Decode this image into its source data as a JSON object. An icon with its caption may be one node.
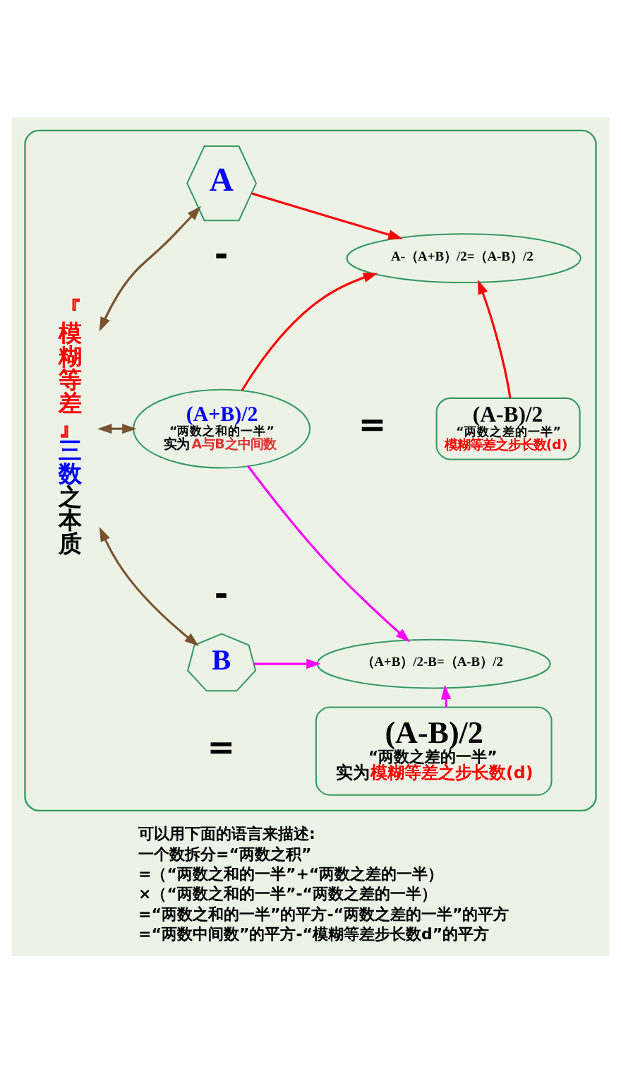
{
  "diagram": {
    "nodes": [
      {
        "text": [],
        "shape": "box"
      },
      {
        "text": [
          "『模糊等差』",
          "三数",
          "之本质"
        ],
        "in": 0
      },
      {
        "text": [
          "A"
        ],
        "in": 0
      },
      {
        "text": [
          "(A+B)/2",
          "“两数之和的一半”",
          "实为",
          "A与B之中间数"
        ],
        "in": 0
      },
      {
        "text": [
          "A-（A+B）/2=（A-B）/2"
        ],
        "in": 0
      },
      {
        "text": [
          "(A-B)/2",
          "“两数之差的一半”",
          "模糊等差之步长数(d)"
        ],
        "in": 0
      },
      {
        "text": [
          "B"
        ],
        "in": 0
      },
      {
        "text": [
          "（A+B）/2-B=（A-B）/2"
        ],
        "in": 0
      },
      {
        "text": [
          "(A-B)/2",
          "“两数之差的一半”",
          "实为",
          "模糊等差之步长数(d)"
        ],
        "in": 0
      }
    ],
    "edges": [
      {
        "from": 1,
        "to": 2,
        "arrow": "both",
        "color": "#7a5230"
      },
      {
        "from": 1,
        "to": 3,
        "arrow": "both",
        "color": "#7a5230"
      },
      {
        "from": 1,
        "to": 6,
        "arrow": "both",
        "color": "#7a5230"
      },
      {
        "from": 2,
        "to": 4,
        "arrow": "to",
        "color": "#ff0000"
      },
      {
        "from": 3,
        "to": 4,
        "arrow": "to",
        "color": "#ff0000"
      },
      {
        "from": 5,
        "to": 4,
        "arrow": "to",
        "color": "#ff0000"
      },
      {
        "from": 3,
        "to": 7,
        "arrow": "to",
        "color": "#ff00ff"
      },
      {
        "from": 6,
        "to": 7,
        "arrow": "to",
        "color": "#ff00ff"
      },
      {
        "from": 8,
        "to": 7,
        "arrow": "to",
        "color": "#ff00ff"
      }
    ],
    "labels": [
      "-",
      "=",
      "-",
      "=",
      "可以用下面的语言来描述:",
      "一个数拆分=“两数之积”",
      "=（“两数之和的一半”+“两数之差的一半）",
      "×（“两数之和的一半”-“两数之差的一半）",
      "=“两数之和的一半”的平方-“两数之差的一半”的平方",
      "=“两数中间数”的平方-“模糊等差步长数d”的平方"
    ]
  }
}
